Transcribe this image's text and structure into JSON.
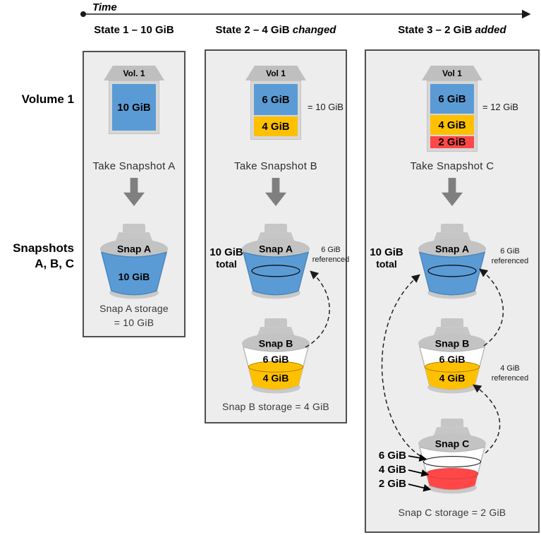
{
  "timeline": {
    "label": "Time"
  },
  "row_labels": {
    "volume": "Volume 1",
    "snapshots_1": "Snapshots",
    "snapshots_2": "A, B, C"
  },
  "colors": {
    "blue": "#5B9BD5",
    "orange": "#FFC000",
    "red": "#FF4747",
    "panel_bg": "#EDEDED",
    "arrow_gray": "#7F7F7F"
  },
  "states": [
    {
      "header": "State 1 – 10 GiB",
      "header_italic": "",
      "volume_cap": "Vol. 1",
      "volume_blocks": [
        "10 GiB"
      ],
      "volume_total": "",
      "action": "Take Snapshot A",
      "snap_a": {
        "name": "Snap A",
        "label": "10 GiB"
      },
      "storage_line1": "Snap A storage",
      "storage_line2": "= 10 GiB"
    },
    {
      "header": "State 2 – 4 GiB ",
      "header_italic": "changed",
      "volume_cap": "Vol 1",
      "volume_blocks": [
        "6 GiB",
        "4 GiB"
      ],
      "volume_total": "= 10 GiB",
      "action": "Take Snapshot B",
      "total_line1": "10 GiB",
      "total_line2": "total",
      "snap_a": {
        "name": "Snap A"
      },
      "ref_a_line1": "6 GiB",
      "ref_a_line2": "referenced",
      "snap_b": {
        "name": "Snap B",
        "top": "6 GiB",
        "bottom": "4 GiB"
      },
      "storage_line1": "Snap B storage = 4 GiB"
    },
    {
      "header": "State 3 – 2 GiB ",
      "header_italic": "added",
      "volume_cap": "Vol 1",
      "volume_blocks": [
        "6 GiB",
        "4 GiB",
        "2 GiB"
      ],
      "volume_total": "= 12 GiB",
      "action": "Take Snapshot C",
      "total_line1": "10 GiB",
      "total_line2": "total",
      "snap_a": {
        "name": "Snap A"
      },
      "ref_a_line1": "6 GiB",
      "ref_a_line2": "referenced",
      "snap_b": {
        "name": "Snap B",
        "top": "6 GiB",
        "bottom": "4 GiB"
      },
      "ref_b_line1": "4 GiB",
      "ref_b_line2": "referenced",
      "snap_c": {
        "name": "Snap C",
        "marks": [
          "6 GiB",
          "4 GiB",
          "2 GiB"
        ]
      },
      "storage_line1": "Snap C storage = 2 GiB"
    }
  ]
}
